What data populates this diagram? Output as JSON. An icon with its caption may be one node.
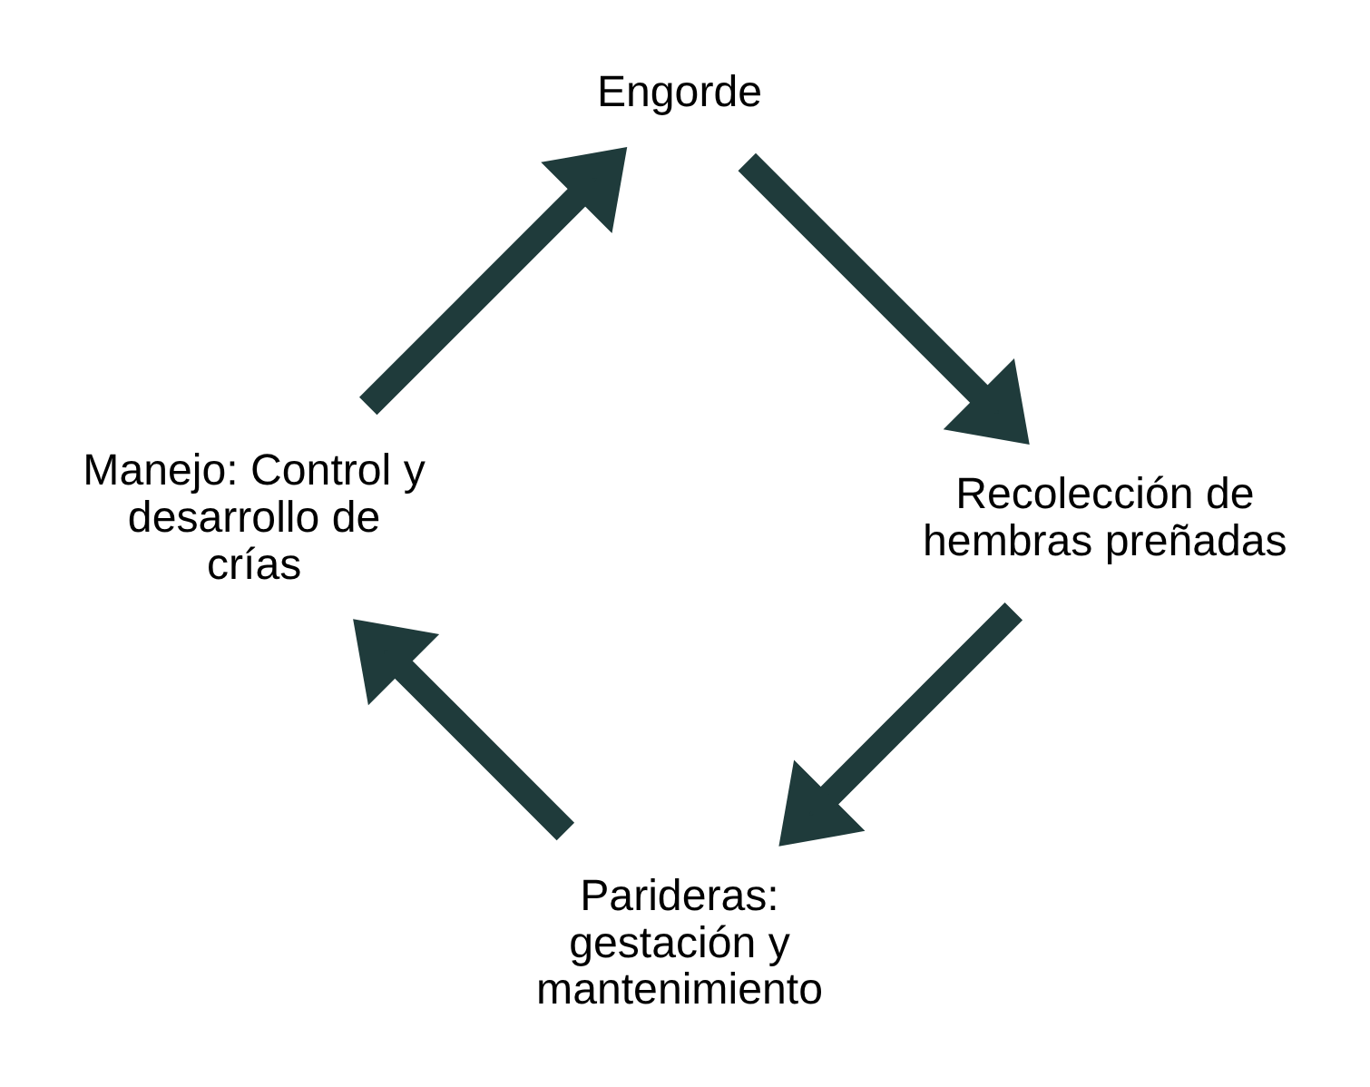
{
  "diagram": {
    "nodes": [
      {
        "text": [
          "Parideras: gestación y mantenimiento"
        ]
      },
      {
        "text": [
          "Manejo: Control y desarrollo de crías"
        ]
      },
      {
        "text": [
          "Engorde"
        ]
      },
      {
        "text": [
          "Recolección de hembras preñadas"
        ]
      }
    ],
    "edges": [
      {
        "from": 0,
        "to": 1,
        "arrow": "to"
      },
      {
        "from": 1,
        "to": 2,
        "arrow": "to"
      },
      {
        "from": 2,
        "to": 3,
        "arrow": "to"
      },
      {
        "from": 3,
        "to": 0,
        "arrow": "to"
      }
    ]
  }
}
